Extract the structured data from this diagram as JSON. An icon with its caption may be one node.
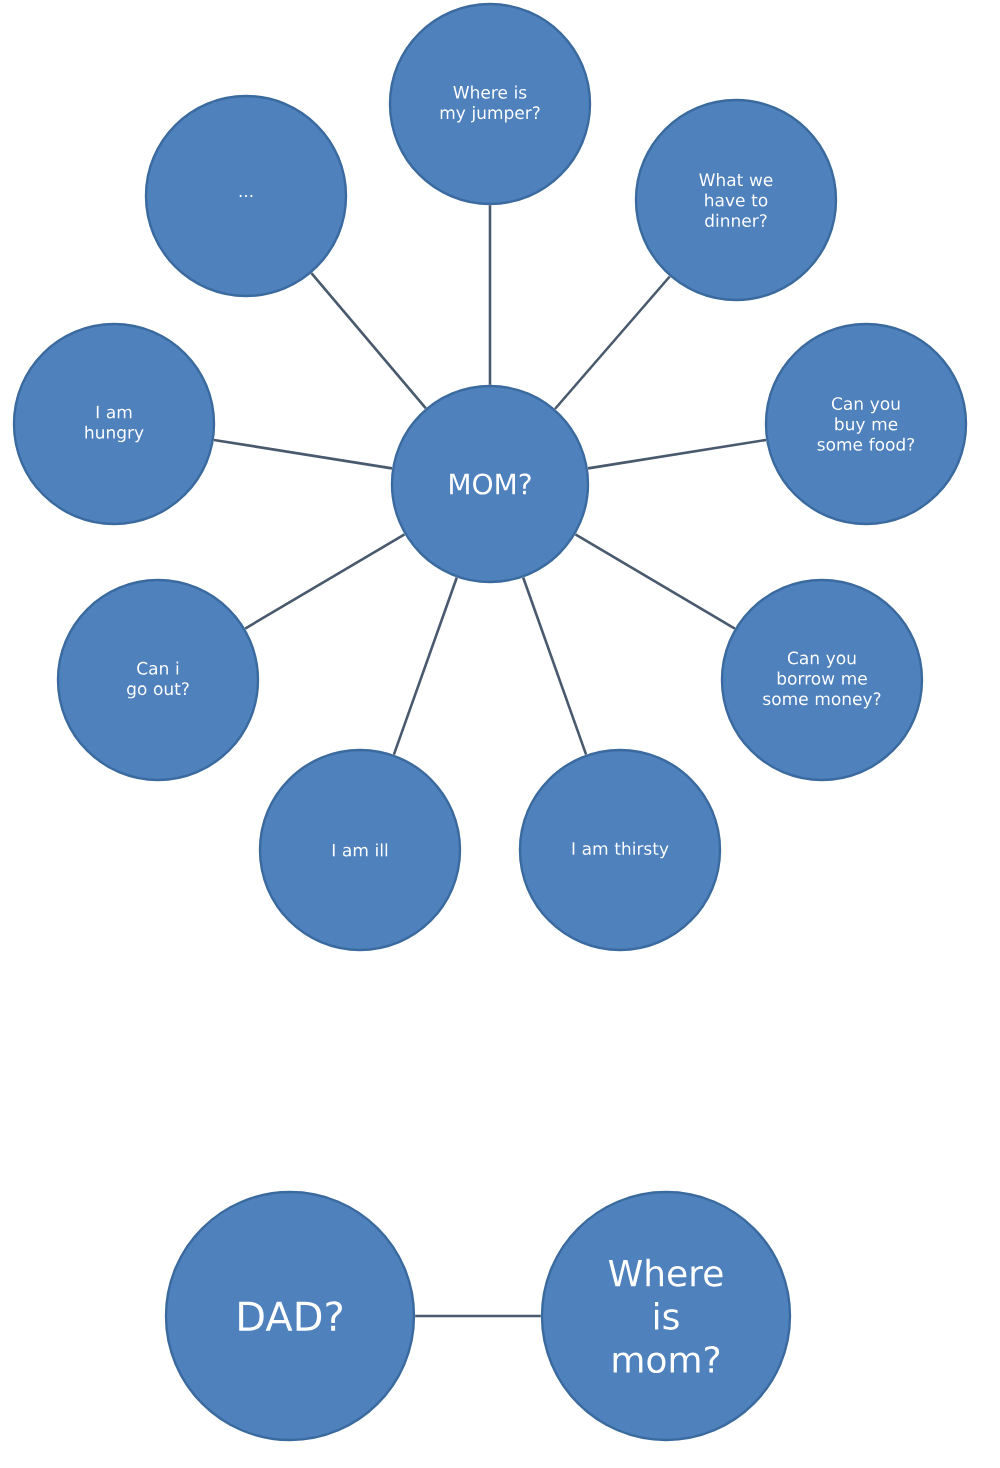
{
  "diagram": {
    "nodes": [
      {
        "text": [
          "MOM?"
        ]
      },
      {
        "text": [
          "..."
        ]
      },
      {
        "text": [
          "Where is my jumper?"
        ]
      },
      {
        "text": [
          "What we have to dinner?"
        ]
      },
      {
        "text": [
          "Can you buy me some food?"
        ]
      },
      {
        "text": [
          "Can you borrow me some money?"
        ]
      },
      {
        "text": [
          "I am thirsty"
        ]
      },
      {
        "text": [
          "I am ill"
        ]
      },
      {
        "text": [
          "Can i go out?"
        ]
      },
      {
        "text": [
          "I am hungry"
        ]
      },
      {
        "text": [
          "DAD?"
        ]
      },
      {
        "text": [
          "Where is mom?"
        ]
      }
    ],
    "edges": [
      {
        "from": 0,
        "to": 1,
        "arrow": "none"
      },
      {
        "from": 0,
        "to": 2,
        "arrow": "none"
      },
      {
        "from": 0,
        "to": 3,
        "arrow": "none"
      },
      {
        "from": 0,
        "to": 4,
        "arrow": "none"
      },
      {
        "from": 0,
        "to": 5,
        "arrow": "none"
      },
      {
        "from": 0,
        "to": 6,
        "arrow": "none"
      },
      {
        "from": 0,
        "to": 7,
        "arrow": "none"
      },
      {
        "from": 0,
        "to": 8,
        "arrow": "none"
      },
      {
        "from": 0,
        "to": 9,
        "arrow": "none"
      },
      {
        "from": 10,
        "to": 11,
        "arrow": "none"
      }
    ]
  }
}
